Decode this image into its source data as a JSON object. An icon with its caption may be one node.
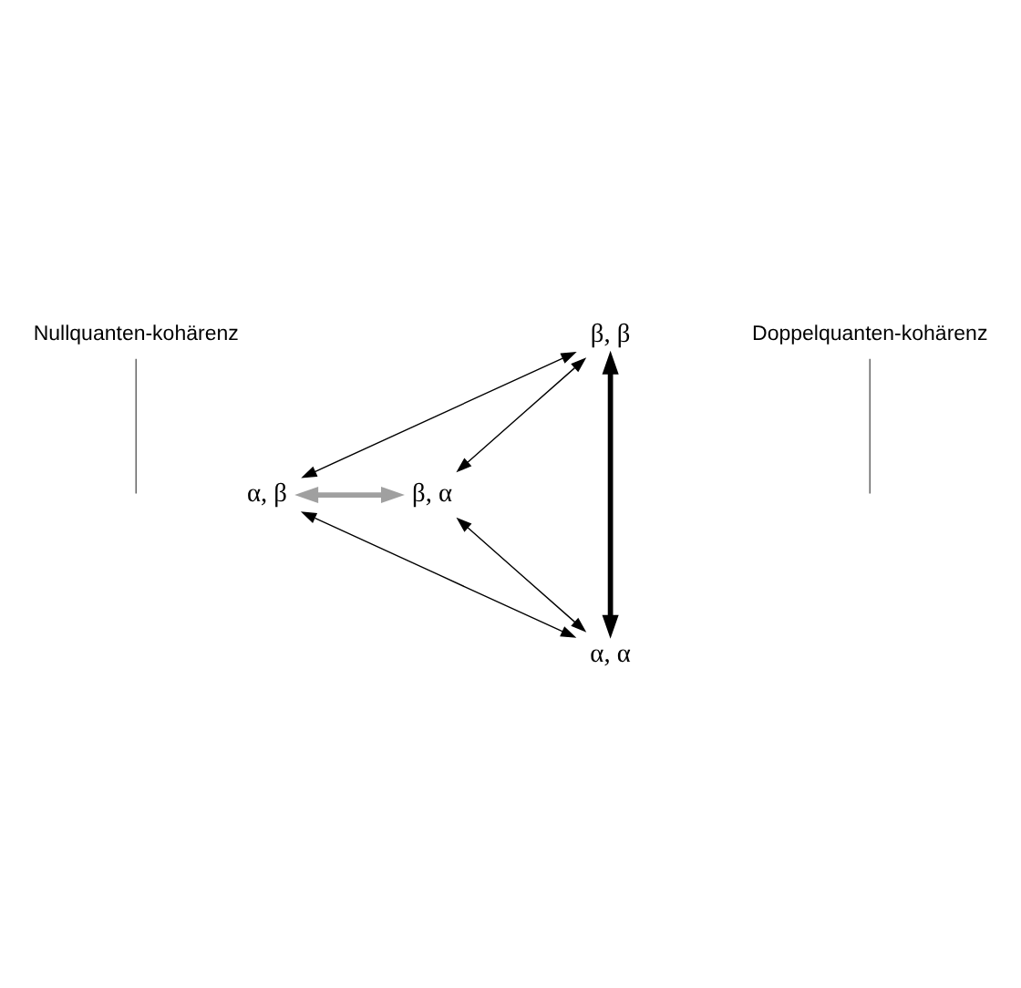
{
  "diagram": {
    "nodes": [
      {
        "text": [
          "β, β"
        ]
      },
      {
        "text": [
          "α, β"
        ]
      },
      {
        "text": [
          "β, α"
        ]
      },
      {
        "text": [
          "α, α"
        ]
      },
      {
        "text": [
          "Nullquanten-kohärenz"
        ]
      },
      {
        "text": [
          "Doppelquanten-kohärenz"
        ]
      }
    ],
    "edges": [
      {
        "from": 0,
        "to": 1,
        "arrow": "both"
      },
      {
        "from": 0,
        "to": 2,
        "arrow": "both"
      },
      {
        "from": 0,
        "to": 3,
        "arrow": "both",
        "style": "thick"
      },
      {
        "from": 1,
        "to": 2,
        "arrow": "both",
        "style": "thick",
        "color": "#a0a0a0"
      },
      {
        "from": 1,
        "to": 3,
        "arrow": "both"
      },
      {
        "from": 2,
        "to": 3,
        "arrow": "both"
      },
      {
        "from": 4,
        "to": null,
        "arrow": "none",
        "color": "#606060"
      },
      {
        "from": 5,
        "to": null,
        "arrow": "none",
        "color": "#606060"
      }
    ]
  }
}
